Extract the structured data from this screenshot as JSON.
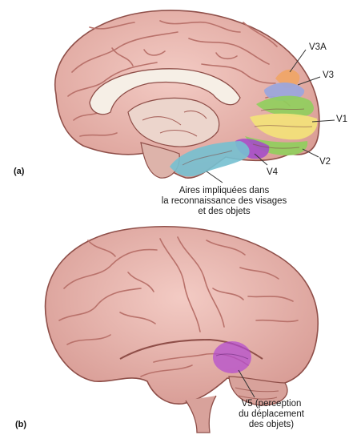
{
  "panels": {
    "a": {
      "label": "(a)"
    },
    "b": {
      "label": "(b)"
    }
  },
  "labels": {
    "v3a": "V3A",
    "v3": "V3",
    "v1": "V1",
    "v2": "V2",
    "v4": "V4",
    "faces": [
      "Aires impliquées dans",
      "la reconnaissance des visages",
      "et des objets"
    ],
    "v5": [
      "V5 (perception",
      "du déplacement",
      "des objets)"
    ]
  },
  "colors": {
    "brain_fill": "#e7b3ac",
    "brain_fold": "#b9726b",
    "brain_outline": "#8f4f49",
    "v3a": "#f0a565",
    "v3": "#9aa6dd",
    "v1": "#f3e27a",
    "v2": "#8fcf5c",
    "v4": "#a44bc9",
    "faces_area": "#76c0d0",
    "v5": "#b34bd0",
    "callout_line": "#333333"
  }
}
